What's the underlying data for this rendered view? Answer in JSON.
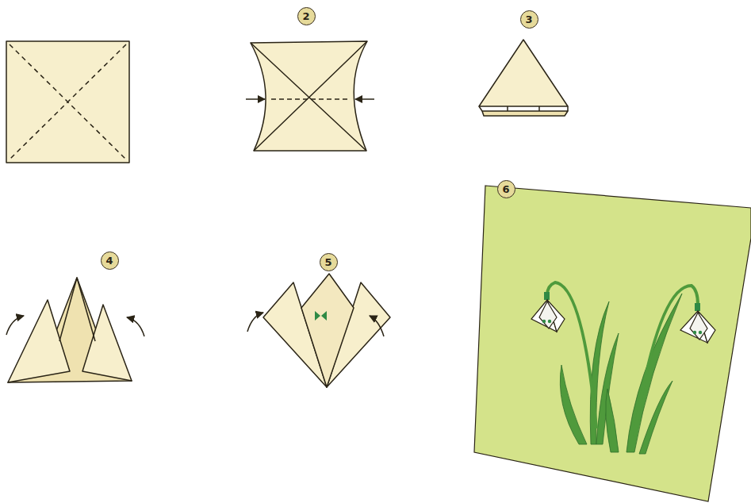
{
  "diagram": {
    "nodes": [
      {
        "text": [
          "2"
        ]
      },
      {
        "text": [
          "3"
        ]
      },
      {
        "text": [
          "4"
        ]
      },
      {
        "text": [
          "5"
        ]
      },
      {
        "text": [
          "6"
        ]
      }
    ]
  }
}
